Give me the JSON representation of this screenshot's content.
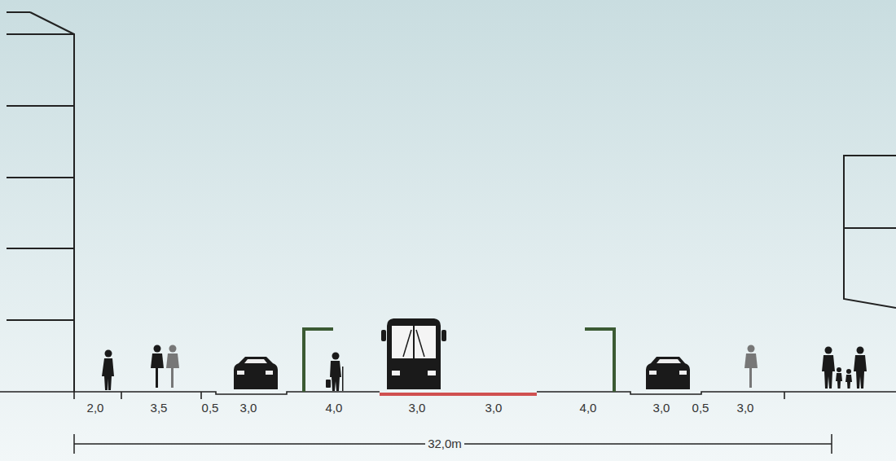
{
  "diagram": {
    "labels": [
      "2,0",
      "3,5",
      "0,5",
      "3,0",
      "4,0",
      "3,0",
      "3,0",
      "4,0",
      "3,0",
      "0,5",
      "3,0",
      "32,0m"
    ]
  }
}
